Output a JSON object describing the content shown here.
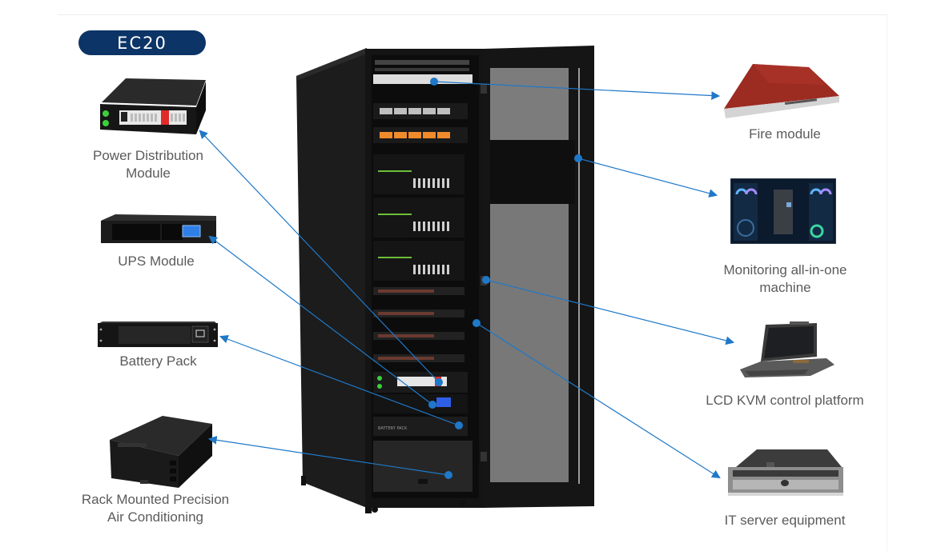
{
  "title": "EC20",
  "colors": {
    "badge_bg": "#0c3466",
    "connector": "#1f78c8",
    "label_text": "#5b5b5b",
    "cabinet": "#1a1a1a"
  },
  "left_components": [
    {
      "id": "pdm",
      "label_line1": "Power Distribution",
      "label_line2": "Module",
      "icon": "power-distribution-unit-icon"
    },
    {
      "id": "ups",
      "label_line1": "UPS Module",
      "label_line2": "",
      "icon": "ups-icon"
    },
    {
      "id": "battery",
      "label_line1": "Battery Pack",
      "label_line2": "",
      "icon": "battery-pack-icon"
    },
    {
      "id": "aircon",
      "label_line1": "Rack Mounted Precision",
      "label_line2": "Air Conditioning",
      "icon": "air-conditioner-icon"
    }
  ],
  "right_components": [
    {
      "id": "fire",
      "label_line1": "Fire module",
      "label_line2": "",
      "icon": "fire-module-icon"
    },
    {
      "id": "monitor",
      "label_line1": "Monitoring all-in-one",
      "label_line2": "machine",
      "icon": "monitoring-screen-icon"
    },
    {
      "id": "kvm",
      "label_line1": "LCD KVM control platform",
      "label_line2": "",
      "icon": "kvm-console-icon"
    },
    {
      "id": "server",
      "label_line1": "IT server equipment",
      "label_line2": "",
      "icon": "server-icon"
    }
  ],
  "cabinet": {
    "battery_panel_text": "BATTERY PACK"
  }
}
